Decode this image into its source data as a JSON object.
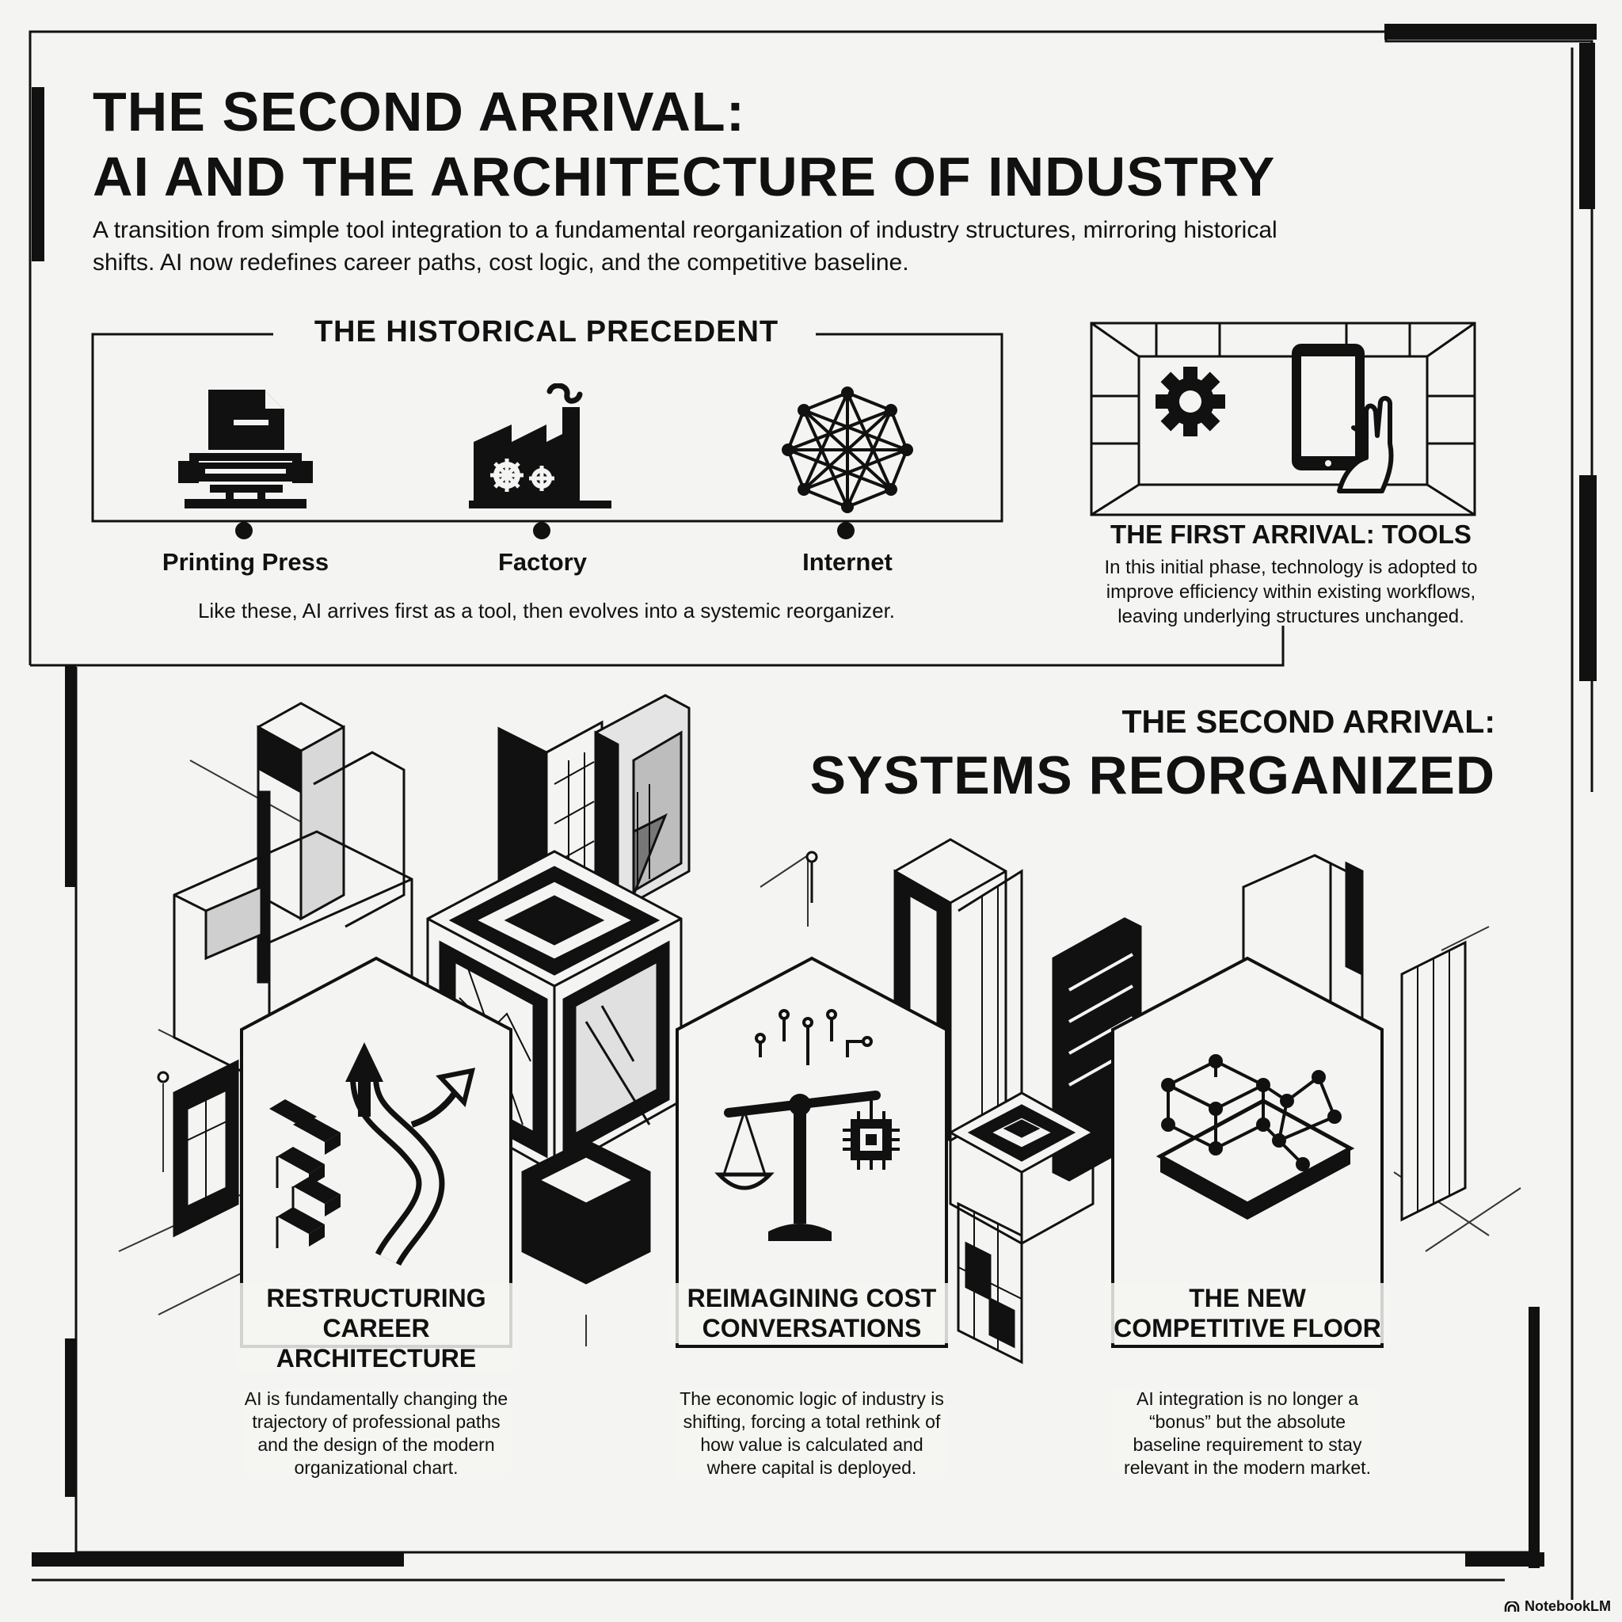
{
  "header": {
    "title_line1": "THE SECOND ARRIVAL:",
    "title_line2": "AI AND THE ARCHITECTURE OF INDUSTRY",
    "subtitle": "A transition from simple tool integration to a fundamental reorganization of industry structures, mirroring historical shifts. AI now redefines career paths, cost logic, and the competitive baseline."
  },
  "historical_precedent": {
    "heading": "THE HISTORICAL PRECEDENT",
    "items": [
      {
        "label": "Printing Press",
        "icon": "printing-press-icon"
      },
      {
        "label": "Factory",
        "icon": "factory-icon"
      },
      {
        "label": "Internet",
        "icon": "network-icon"
      }
    ],
    "note": "Like these, AI arrives first as a tool, then evolves into a systemic reorganizer."
  },
  "first_arrival": {
    "heading": "THE FIRST ARRIVAL: TOOLS",
    "body": "In this initial phase, technology is adopted to improve efficiency within existing workflows, leaving underlying structures unchanged.",
    "icons": [
      "gear-icon",
      "tablet-hand-icon"
    ]
  },
  "second_arrival": {
    "kicker": "THE SECOND ARRIVAL:",
    "title": "SYSTEMS REORGANIZED"
  },
  "cards": [
    {
      "title": "RESTRUCTURING CAREER ARCHITECTURE",
      "body": "AI is fundamentally changing the trajectory of professional paths and the design of the modern organizational chart.",
      "icon": "staircase-arrow-icon"
    },
    {
      "title": "REIMAGINING COST CONVERSATIONS",
      "body": "The economic logic of industry is shifting, forcing a total rethink of how value is calculated and where capital is deployed.",
      "icon": "scale-chip-icon"
    },
    {
      "title": "THE NEW COMPETITIVE FLOOR",
      "body": "AI integration is no longer a “bonus” but the absolute baseline requirement to stay relevant in the modern market.",
      "icon": "node-network-platform-icon"
    }
  ],
  "brand": "NotebookLM",
  "colors": {
    "ink": "#111111",
    "paper": "#f4f4f2",
    "grey": "#b8b8b8"
  }
}
